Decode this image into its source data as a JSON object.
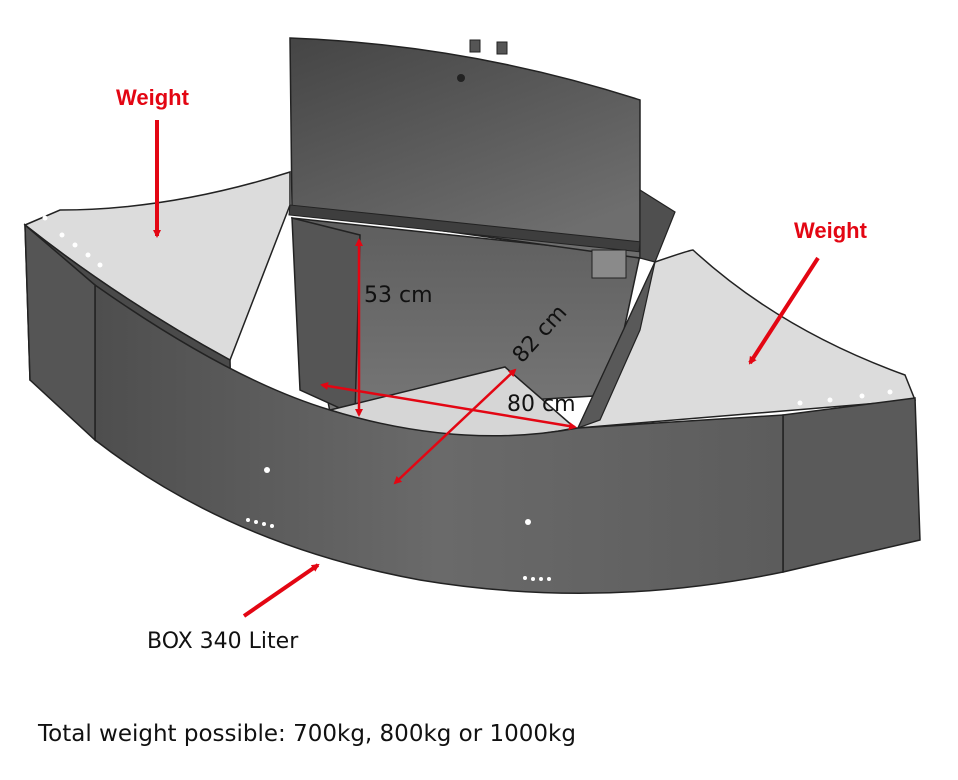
{
  "labels": {
    "weight_left": "Weight",
    "weight_right": "Weight",
    "dim_height": "53 cm",
    "dim_depth": "82 cm",
    "dim_width": "80 cm",
    "box_caption": "BOX 340 Liter",
    "total_weight": "Total weight possible: 700kg, 800kg or 1000kg"
  },
  "colors": {
    "accent_red": "#e30613",
    "body_dark": "#5a5a5a",
    "top_light": "#dadada"
  }
}
